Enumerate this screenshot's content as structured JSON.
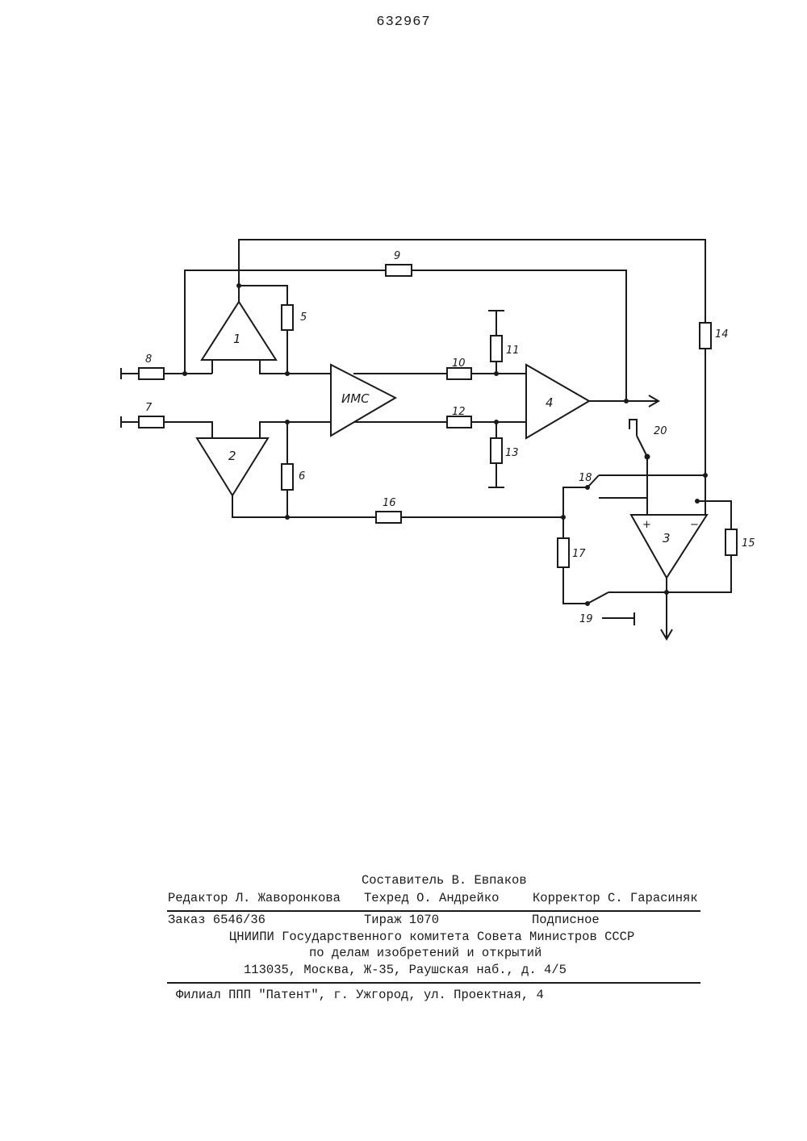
{
  "page_number": "632967",
  "schematic": {
    "opamp_labels": [
      "1",
      "2",
      "3",
      "4"
    ],
    "ims_label": "ИМС",
    "resistor_labels": [
      "5",
      "6",
      "7",
      "8",
      "9",
      "10",
      "11",
      "12",
      "13",
      "14",
      "15",
      "16",
      "17"
    ],
    "switch_labels": [
      "18",
      "19",
      "20"
    ],
    "plus_sign": "+",
    "minus_sign": "−"
  },
  "imprint": {
    "compiler": "Составитель В. Евпаков",
    "editor": "Редактор Л. Жаворонкова",
    "techred": "Техред О. Андрейко",
    "corrector": "Корректор С. Гарасиняк",
    "order": "Заказ 6546/36",
    "circulation": "Тираж 1070",
    "subscription": "Подписное",
    "org_line1": "ЦНИИПИ Государственного комитета Совета Министров СССР",
    "org_line2": "по делам изобретений и открытий",
    "address": "113035, Москва, Ж-35, Раушская наб., д. 4/5",
    "branch": "Филиал ППП \"Патент\", г. Ужгород, ул. Проектная, 4"
  }
}
